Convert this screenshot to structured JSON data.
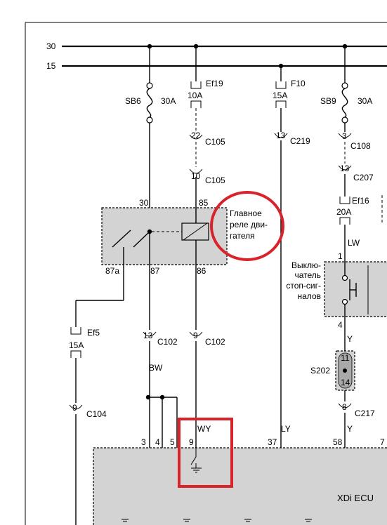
{
  "bus": {
    "b30": "30",
    "b15": "15"
  },
  "fuses": {
    "sb6": {
      "name": "SB6",
      "rating": "30A"
    },
    "ef19": {
      "name": "Ef19",
      "rating": "10A"
    },
    "f10": {
      "name": "F10",
      "rating": "15A"
    },
    "sb9": {
      "name": "SB9",
      "rating": "30A"
    },
    "ef16": {
      "name": "Ef16",
      "rating": "20A"
    },
    "ef5": {
      "name": "Ef5",
      "rating": "15A"
    }
  },
  "connectors": {
    "c105a": {
      "pin": "22",
      "name": "C105"
    },
    "c105b": {
      "pin": "10",
      "name": "C105"
    },
    "c219": {
      "pin": "13",
      "name": "C219"
    },
    "c108": {
      "pin": "3",
      "name": "C108"
    },
    "c207": {
      "pin": "13",
      "name": "C207"
    },
    "c102a": {
      "pin": "13",
      "name": "C102"
    },
    "c102b": {
      "pin": "9",
      "name": "C102"
    },
    "c104": {
      "pin": "9",
      "name": "C104"
    },
    "c217": {
      "pin": "8",
      "name": "C217"
    }
  },
  "relay": {
    "label_line1": "Главное",
    "label_line2": "реле дви-",
    "label_line3": "гателя",
    "pin30": "30",
    "pin85": "85",
    "pin87a": "87a",
    "pin87": "87",
    "pin86": "86"
  },
  "switch": {
    "label_line1": "Выклю-",
    "label_line2": "чатель",
    "label_line3": "стоп-сиг-",
    "label_line4": "налов",
    "pin_top": "1",
    "pin_bottom": "4"
  },
  "splice": {
    "name": "S202",
    "top": "11",
    "bottom": "14"
  },
  "wires": {
    "lw": "LW",
    "y1": "Y",
    "y2": "Y",
    "bw": "BW",
    "wy": "WY",
    "ly": "LY"
  },
  "ecu": {
    "name": "XDi ECU",
    "pins": [
      "3",
      "4",
      "5",
      "9",
      "37",
      "58",
      "7"
    ]
  },
  "colors": {
    "highlight": "#d9232a",
    "box": "#d3d3d3"
  }
}
